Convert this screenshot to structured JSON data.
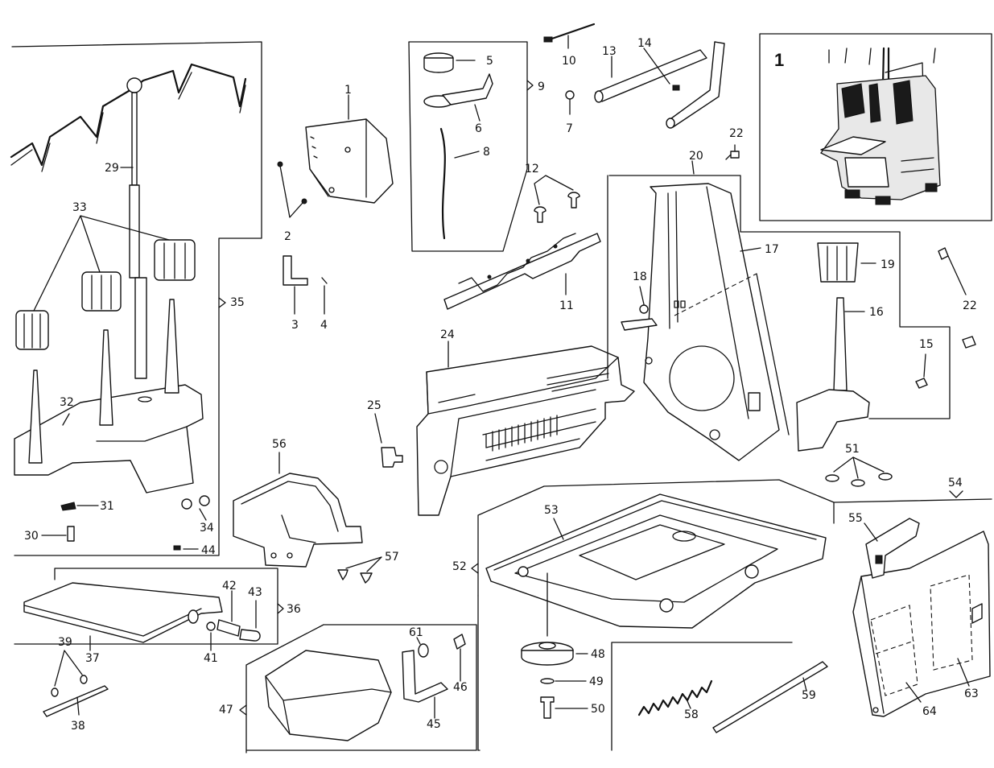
{
  "labels": {
    "p1": "1",
    "p2": "2",
    "p3": "3",
    "p4": "4",
    "p5": "5",
    "p6": "6",
    "p7": "7",
    "p8": "8",
    "p9": "9",
    "p10": "10",
    "p11": "11",
    "p12": "12",
    "p13": "13",
    "p14": "14",
    "p15": "15",
    "p16": "16",
    "p17": "17",
    "p18": "18",
    "p19": "19",
    "p20": "20",
    "p22": "22",
    "p22b": "22",
    "p24": "24",
    "p25": "25",
    "p29": "29",
    "p30": "30",
    "p31": "31",
    "p32": "32",
    "p33": "33",
    "p34": "34",
    "p35": "35",
    "p36": "36",
    "p37": "37",
    "p38": "38",
    "p39": "39",
    "p41": "41",
    "p42": "42",
    "p43": "43",
    "p44": "44",
    "p45": "45",
    "p46": "46",
    "p47": "47",
    "p48": "48",
    "p49": "49",
    "p50": "50",
    "p51": "51",
    "p52": "52",
    "p53": "53",
    "p54": "54",
    "p55": "55",
    "p56": "56",
    "p57": "57",
    "p58": "58",
    "p59": "59",
    "p61": "61",
    "p63": "63",
    "p64": "64",
    "machine": "1"
  }
}
